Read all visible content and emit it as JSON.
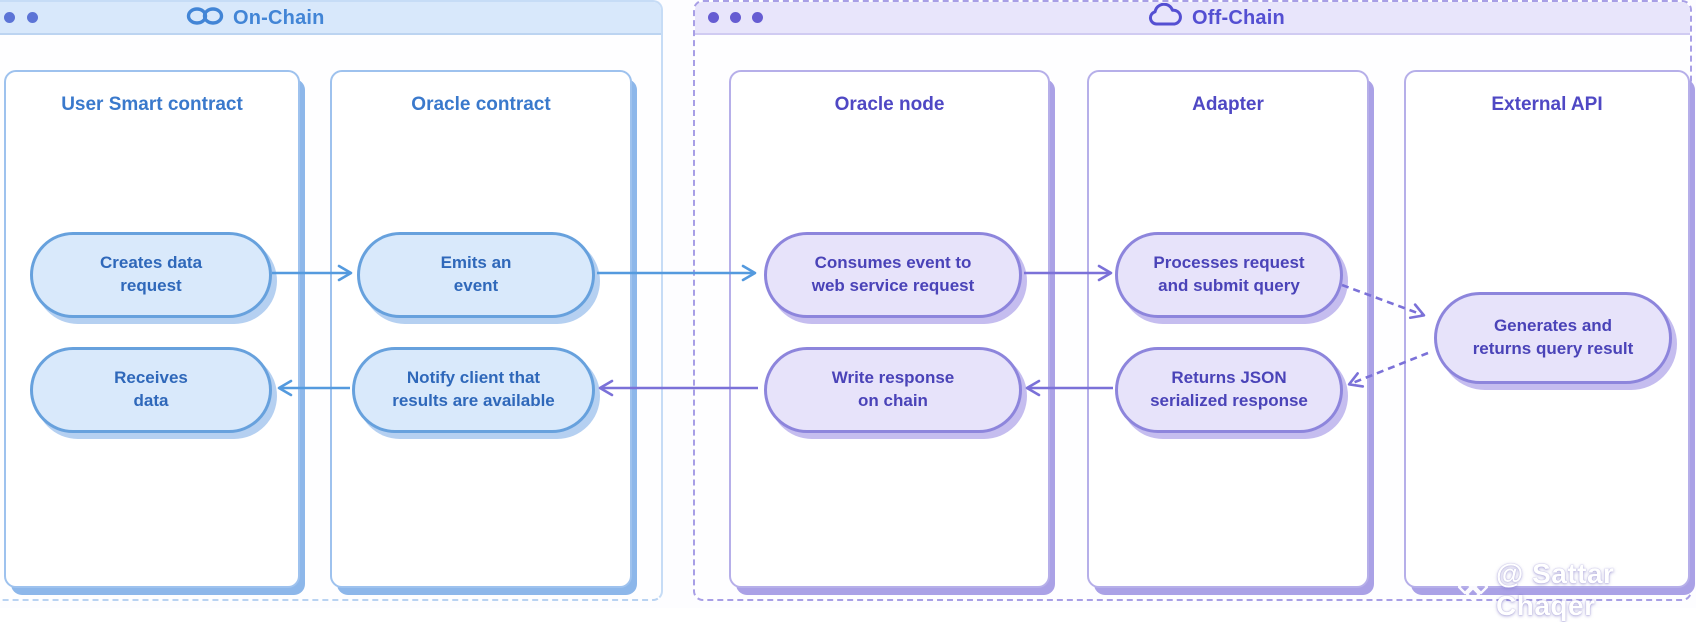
{
  "diagram": {
    "type": "flow-diagram",
    "subject": "Blockchain oracle request/response flow",
    "watermark": {
      "icon": "diamond-logo-icon",
      "text": "@ Sattar Chaqer"
    }
  },
  "panels": [
    {
      "id": "on-chain",
      "title": "On-Chain",
      "icon": "chain-link-icon",
      "window_dots": 2,
      "theme": {
        "header_bg": "#d8e8fb",
        "header_text": "#4285d6",
        "column_border": "#9ec2ee",
        "pill_bg": "#d9e9fb",
        "pill_border": "#67a1dd",
        "pill_text": "#2f68ba",
        "arrow": "#549ade"
      },
      "columns": [
        {
          "title": "User Smart contract",
          "nodes": [
            "Creates data\nrequest",
            "Receives\ndata"
          ]
        },
        {
          "title": "Oracle contract",
          "nodes": [
            "Emits an\nevent",
            "Notify client that\nresults are available"
          ]
        }
      ]
    },
    {
      "id": "off-chain",
      "title": "Off-Chain",
      "icon": "cloud-icon",
      "window_dots": 3,
      "theme": {
        "header_bg": "#e8e5fb",
        "header_text": "#544fd2",
        "column_border": "#b6afe9",
        "pill_bg": "#e7e3fa",
        "pill_border": "#8d85dc",
        "pill_text": "#4a43b8",
        "arrow": "#7b71d8"
      },
      "columns": [
        {
          "title": "Oracle node",
          "nodes": [
            "Consumes event to\nweb service request",
            "Write response\non chain"
          ]
        },
        {
          "title": "Adapter",
          "nodes": [
            "Processes request\nand submit query",
            "Returns JSON\nserialized response"
          ]
        },
        {
          "title": "External API",
          "nodes": [
            "Generates and\nreturns query result"
          ]
        }
      ]
    }
  ],
  "flows": [
    {
      "from": "Creates data request",
      "to": "Emits an event",
      "style": "solid",
      "color": "blue"
    },
    {
      "from": "Emits an event",
      "to": "Consumes event to web service request",
      "style": "solid",
      "color": "blue"
    },
    {
      "from": "Consumes event to web service request",
      "to": "Processes request and submit query",
      "style": "solid",
      "color": "purple"
    },
    {
      "from": "Processes request and submit query",
      "to": "Generates and returns query result",
      "style": "dashed",
      "color": "purple"
    },
    {
      "from": "Generates and returns query result",
      "to": "Returns JSON serialized response",
      "style": "dashed",
      "color": "purple"
    },
    {
      "from": "Returns JSON serialized response",
      "to": "Write response on chain",
      "style": "solid",
      "color": "purple"
    },
    {
      "from": "Write response on chain",
      "to": "Notify client that results are available",
      "style": "solid",
      "color": "purple"
    },
    {
      "from": "Notify client that results are available",
      "to": "Receives data",
      "style": "solid",
      "color": "blue"
    }
  ]
}
